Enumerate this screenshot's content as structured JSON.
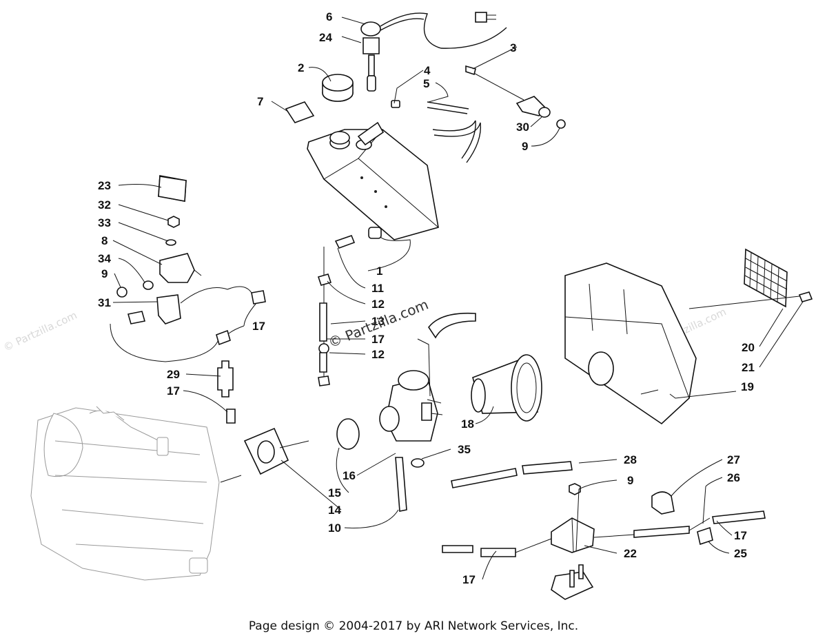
{
  "watermarks": {
    "center": "© Partzilla.com",
    "left": "© Partzilla.com",
    "right": "© Partzilla.com"
  },
  "footer": "Page design © 2004-2017 by ARI Network Services, Inc.",
  "labels": {
    "l1": "1",
    "l2": "2",
    "l3": "3",
    "l4": "4",
    "l5": "5",
    "l6": "6",
    "l7": "7",
    "l8": "8",
    "l9a": "9",
    "l9b": "9",
    "l9c": "9",
    "l10": "10",
    "l11": "11",
    "l12a": "12",
    "l12b": "12",
    "l13": "13",
    "l14": "14",
    "l15": "15",
    "l16": "16",
    "l17a": "17",
    "l17b": "17",
    "l17c": "17",
    "l17d": "17",
    "l17e": "17",
    "l18": "18",
    "l19": "19",
    "l20": "20",
    "l21": "21",
    "l22": "22",
    "l23": "23",
    "l24": "24",
    "l25": "25",
    "l26": "26",
    "l27": "27",
    "l28": "28",
    "l29": "29",
    "l30": "30",
    "l31": "31",
    "l32": "32",
    "l33": "33",
    "l34": "34",
    "l35": "35"
  }
}
